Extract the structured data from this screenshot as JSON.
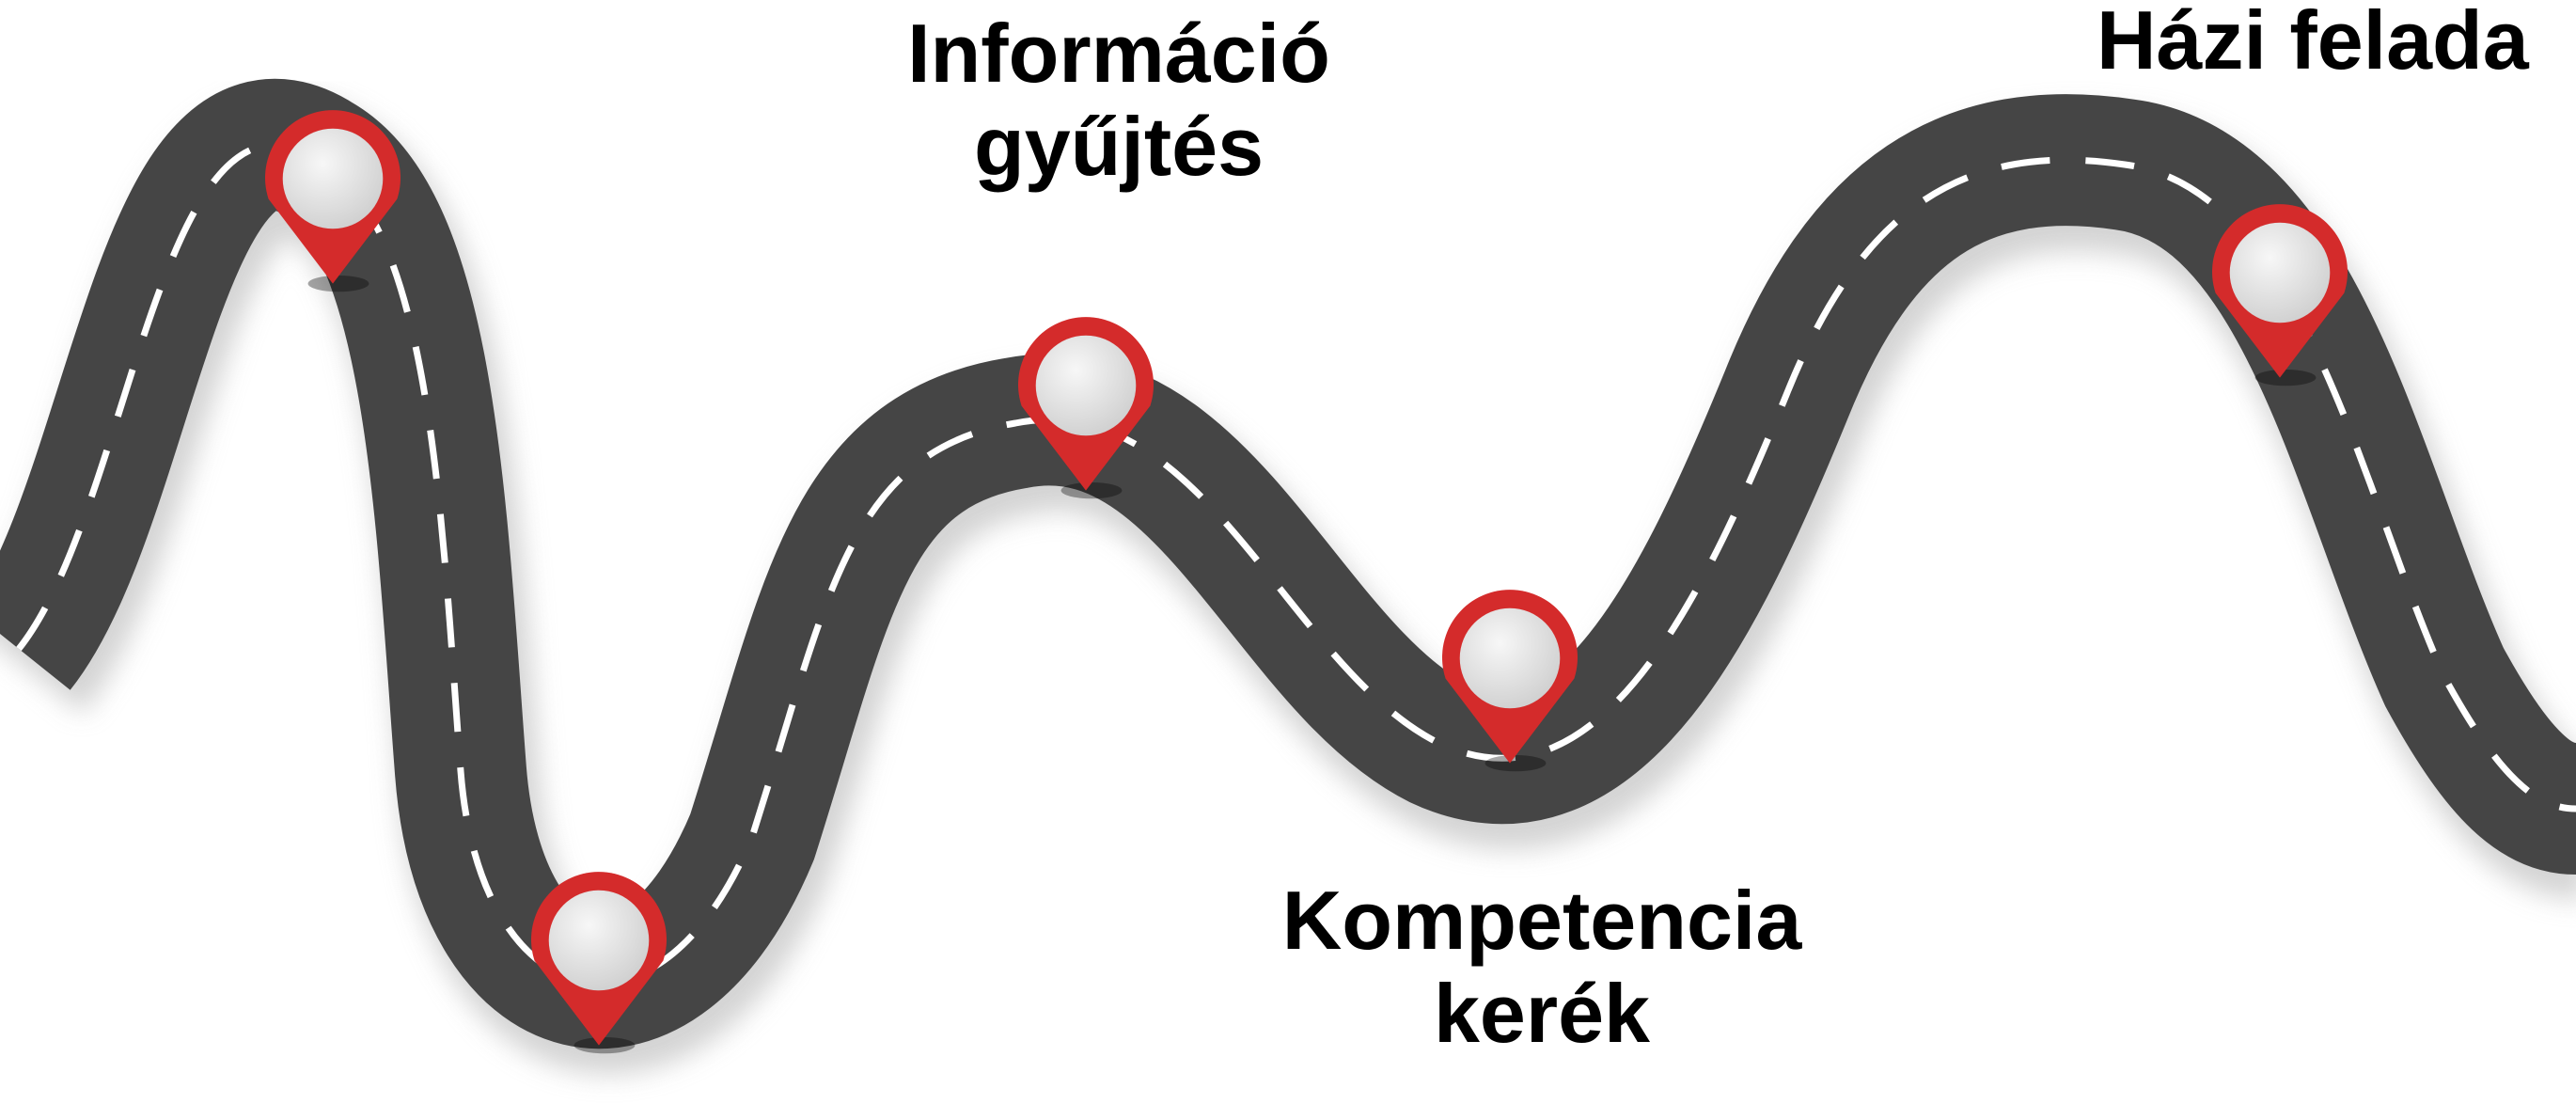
{
  "diagram": {
    "colors": {
      "road": "#454545",
      "road_shadow": "#c9c9c9",
      "lane_marking": "#ffffff",
      "pin": "#d42b2b",
      "pin_face": "#e6e6e6",
      "text": "#000000"
    },
    "labels": {
      "informacio_gyujtes": {
        "line1": "Információ",
        "line2": "gyűjtés"
      },
      "kompetencia_kerek": {
        "line1": "Kompetencia",
        "line2": "kerék"
      },
      "hazi_feladat": {
        "line1": "Házi felada"
      }
    },
    "pins": [
      {
        "icon": "map-pin-icon"
      },
      {
        "icon": "map-pin-icon"
      },
      {
        "icon": "map-pin-icon"
      },
      {
        "icon": "map-pin-icon"
      },
      {
        "icon": "map-pin-icon"
      }
    ]
  }
}
